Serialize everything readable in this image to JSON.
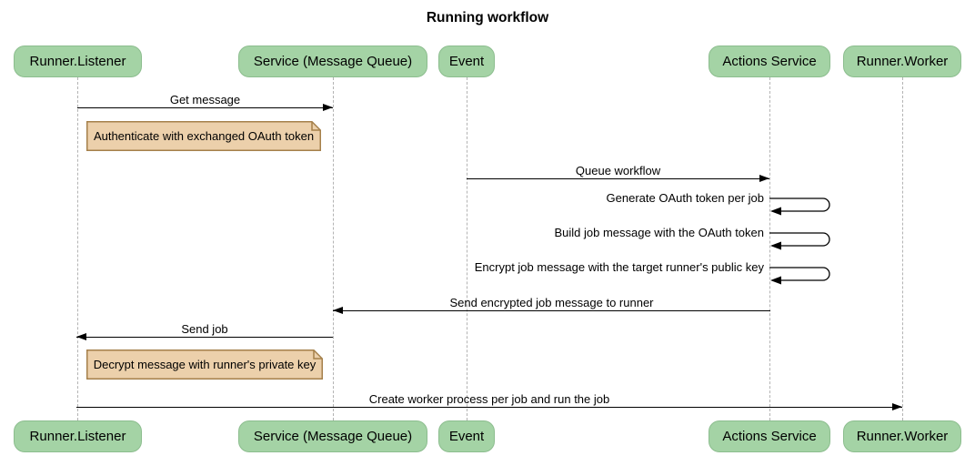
{
  "title": "Running workflow",
  "diagram_type": "sequence",
  "participants": [
    {
      "id": "runner-listener",
      "label": "Runner.Listener"
    },
    {
      "id": "service-message-queue",
      "label": "Service (Message Queue)"
    },
    {
      "id": "event",
      "label": "Event"
    },
    {
      "id": "actions-service",
      "label": "Actions Service"
    },
    {
      "id": "runner-worker",
      "label": "Runner.Worker"
    }
  ],
  "messages": [
    {
      "type": "solid_arrow",
      "from": "Runner.Listener",
      "to": "Service (Message Queue)",
      "label": "Get message"
    },
    {
      "type": "note",
      "over": "Runner.Listener",
      "label": "Authenticate with exchanged OAuth token"
    },
    {
      "type": "solid_arrow",
      "from": "Event",
      "to": "Actions Service",
      "label": "Queue workflow"
    },
    {
      "type": "self_arrow",
      "from": "Actions Service",
      "to": "Actions Service",
      "label": "Generate OAuth token per job"
    },
    {
      "type": "self_arrow",
      "from": "Actions Service",
      "to": "Actions Service",
      "label": "Build job message with the OAuth token"
    },
    {
      "type": "self_arrow",
      "from": "Actions Service",
      "to": "Actions Service",
      "label": "Encrypt job message with the target runner's public key"
    },
    {
      "type": "solid_arrow",
      "from": "Actions Service",
      "to": "Service (Message Queue)",
      "label": "Send encrypted job message to runner"
    },
    {
      "type": "solid_arrow",
      "from": "Service (Message Queue)",
      "to": "Runner.Listener",
      "label": "Send job"
    },
    {
      "type": "note",
      "over": "Runner.Listener",
      "label": "Decrypt message with runner's private key"
    },
    {
      "type": "solid_arrow",
      "from": "Runner.Listener",
      "to": "Runner.Worker",
      "label": "Create worker process per job and run the job"
    }
  ],
  "colors": {
    "background": "#ffffff",
    "participant_fill": "#a4d3a5",
    "participant_border": "#8cbd8e",
    "note_fill": "#ecd0ab",
    "note_border": "#a5804b",
    "lifeline": "#b3b3b3",
    "arrow": "#000000",
    "text": "#000000"
  }
}
